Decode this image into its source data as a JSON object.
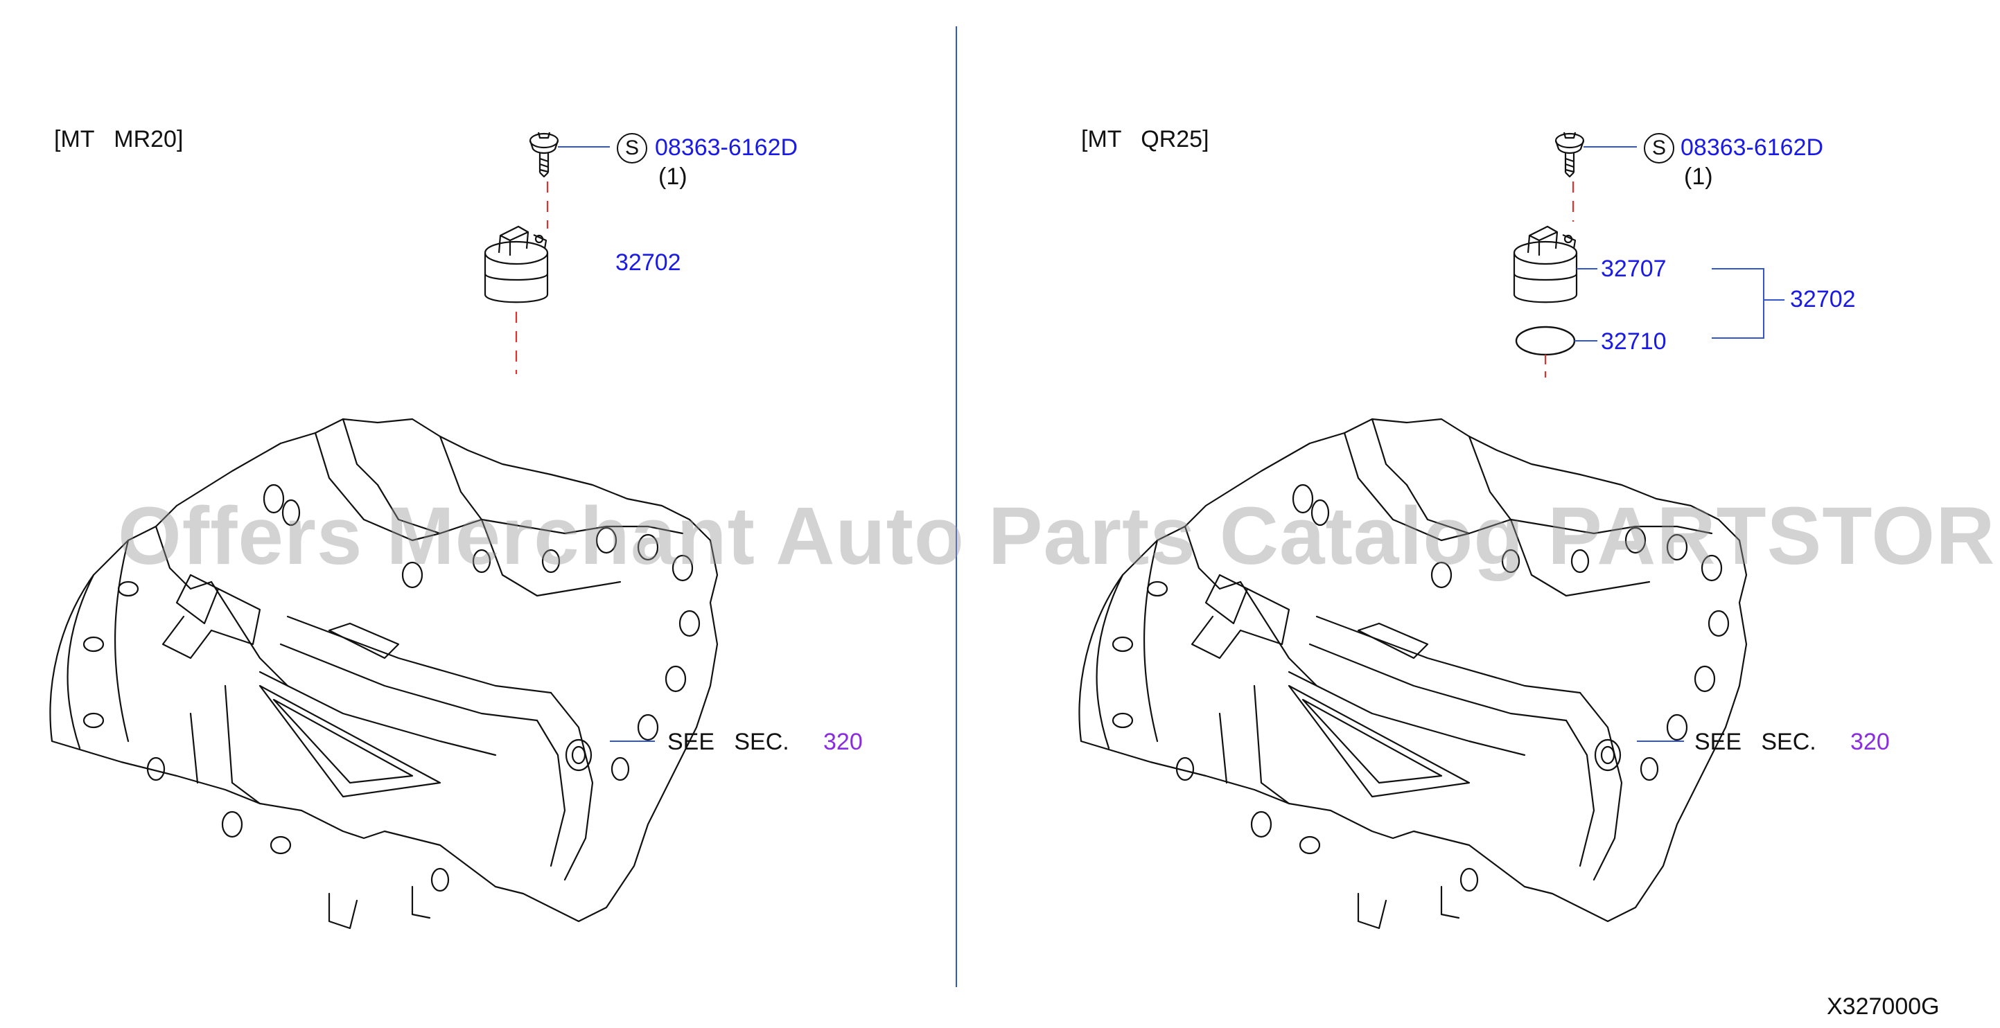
{
  "panels": [
    {
      "header": "[MT   MR20]",
      "fastener": {
        "symbol": "S",
        "part": "08363-6162D",
        "qty": "(1)"
      },
      "parts": [
        {
          "number": "32702"
        }
      ],
      "see_sec": {
        "label": "SEE   SEC.",
        "number": "320"
      }
    },
    {
      "header": "[MT   QR25]",
      "fastener": {
        "symbol": "S",
        "part": "08363-6162D",
        "qty": "(1)"
      },
      "parts": [
        {
          "number": "32707"
        },
        {
          "number": "32710"
        },
        {
          "number": "32702"
        }
      ],
      "see_sec": {
        "label": "SEE   SEC.",
        "number": "320"
      }
    }
  ],
  "diagram_code": "X327000G",
  "watermark": "Offers Merchant Auto Parts Catalog PARTSTORE.SA",
  "colors": {
    "link": "#1a1ae6",
    "section_link": "#8a2be2",
    "dashed": "#e03030",
    "divider": "#3355cc",
    "line": "#111111"
  }
}
